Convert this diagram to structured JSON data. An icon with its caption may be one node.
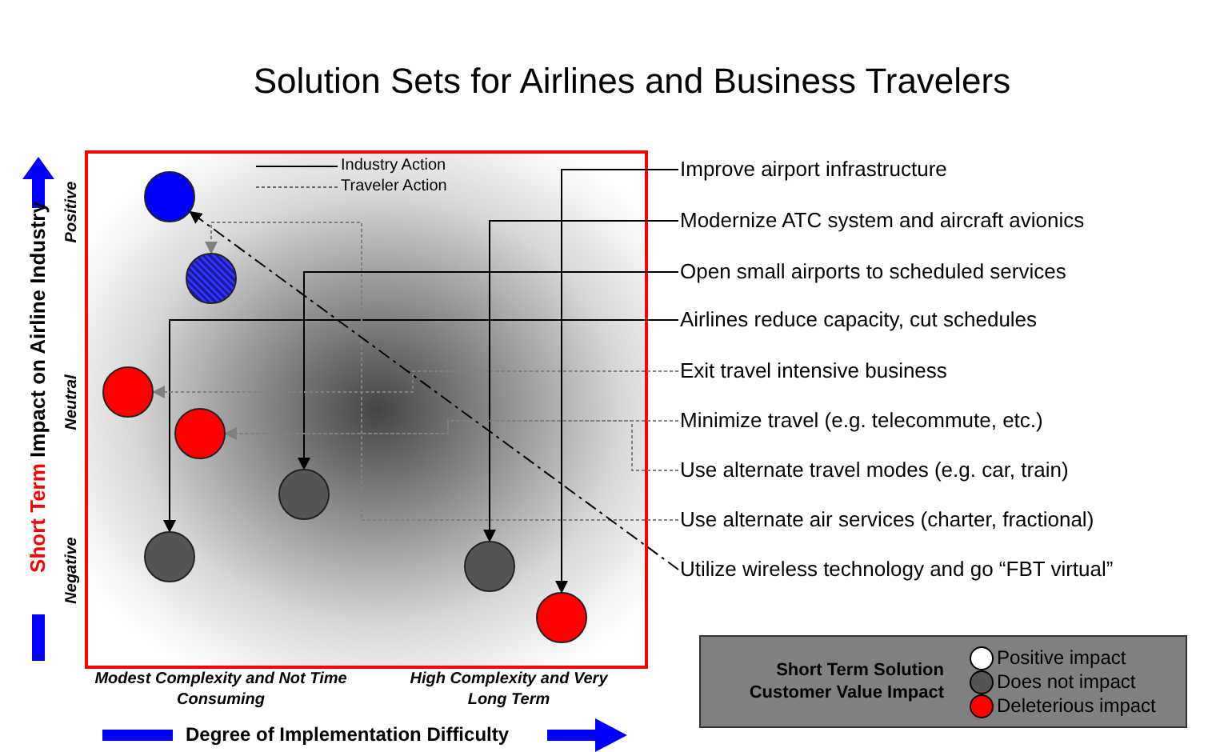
{
  "diagram": {
    "title": "Solution Sets for Airlines and Business Travelers",
    "nodes": [
      {
        "text": [
          "Improve airport infrastructure"
        ]
      },
      {
        "text": [
          "Modernize ATC system and aircraft avionics"
        ]
      },
      {
        "text": [
          "Open small airports to scheduled services"
        ]
      },
      {
        "text": [
          "Airlines reduce capacity, cut schedules"
        ]
      },
      {
        "text": [
          "Exit travel intensive business"
        ]
      },
      {
        "text": [
          "Minimize travel (e.g. telecommute, etc.)"
        ]
      },
      {
        "text": [
          "Use alternate travel modes (e.g. car, train)"
        ]
      },
      {
        "text": [
          "Use alternate air services (charter, fractional)"
        ]
      },
      {
        "text": [
          "Utilize wireless technology and go “FBT virtual”"
        ]
      },
      {
        "text": [],
        "shape": "circle"
      },
      {
        "text": [],
        "shape": "circle"
      },
      {
        "text": [],
        "shape": "circle"
      },
      {
        "text": [],
        "shape": "circle"
      },
      {
        "text": [],
        "shape": "circle"
      },
      {
        "text": [],
        "shape": "circle"
      },
      {
        "text": [],
        "shape": "circle"
      },
      {
        "text": [],
        "shape": "circle"
      }
    ],
    "edges": [
      {
        "from": 0,
        "to": 16,
        "arrow": "to"
      },
      {
        "from": 1,
        "to": 15,
        "arrow": "to"
      },
      {
        "from": 2,
        "to": 13,
        "arrow": "to"
      },
      {
        "from": 3,
        "to": 14,
        "arrow": "to"
      },
      {
        "from": 4,
        "to": 11,
        "arrow": "to",
        "style": "dashed",
        "color": "#808080"
      },
      {
        "from": 5,
        "to": 12,
        "arrow": "to",
        "style": "dashed",
        "color": "#808080"
      },
      {
        "from": 6,
        "to": 12,
        "arrow": "to",
        "style": "dashed",
        "color": "#808080"
      },
      {
        "from": 7,
        "to": 10,
        "arrow": "to",
        "style": "dashed",
        "color": "#808080"
      },
      {
        "from": 8,
        "to": 9,
        "arrow": "to",
        "style": "dashed"
      }
    ],
    "labels": [
      "Positive",
      "Neutral",
      "Negative",
      "Short Term",
      "Impact on Airline Industry",
      "Modest Complexity and Not Time Consuming",
      "High Complexity and Very Long Term",
      "Degree of Implementation Difficulty",
      "Short Term Solution Customer Value Impact"
    ],
    "legend": [
      {
        "text": "Industry Action"
      },
      {
        "text": "Traveler Action"
      },
      {
        "text": "Positive impact",
        "color": "#ffffff"
      },
      {
        "text": "Does not impact",
        "color": "#555555"
      },
      {
        "text": "Deleterious impact",
        "color": "#ff0000"
      }
    ]
  }
}
